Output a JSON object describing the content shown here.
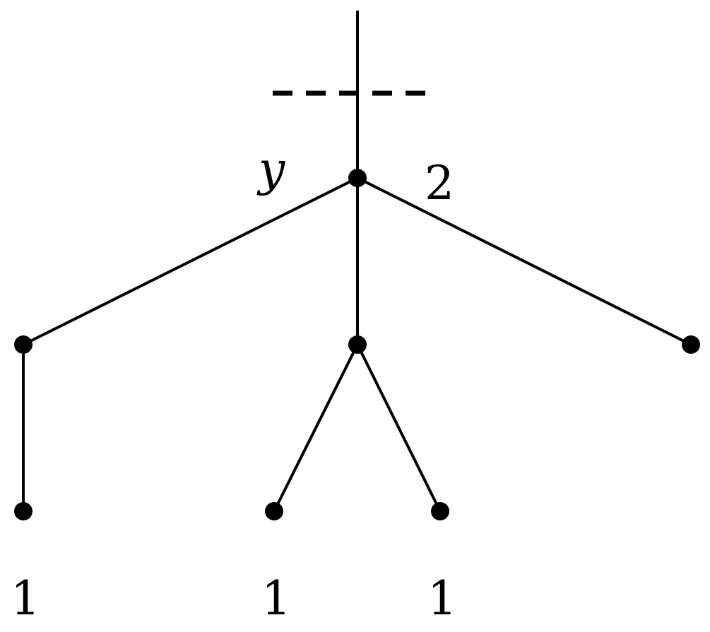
{
  "diagram": {
    "vertex_label": "y",
    "vertex_weight": "2",
    "leaf_labels": [
      "1",
      "1",
      "1"
    ]
  }
}
